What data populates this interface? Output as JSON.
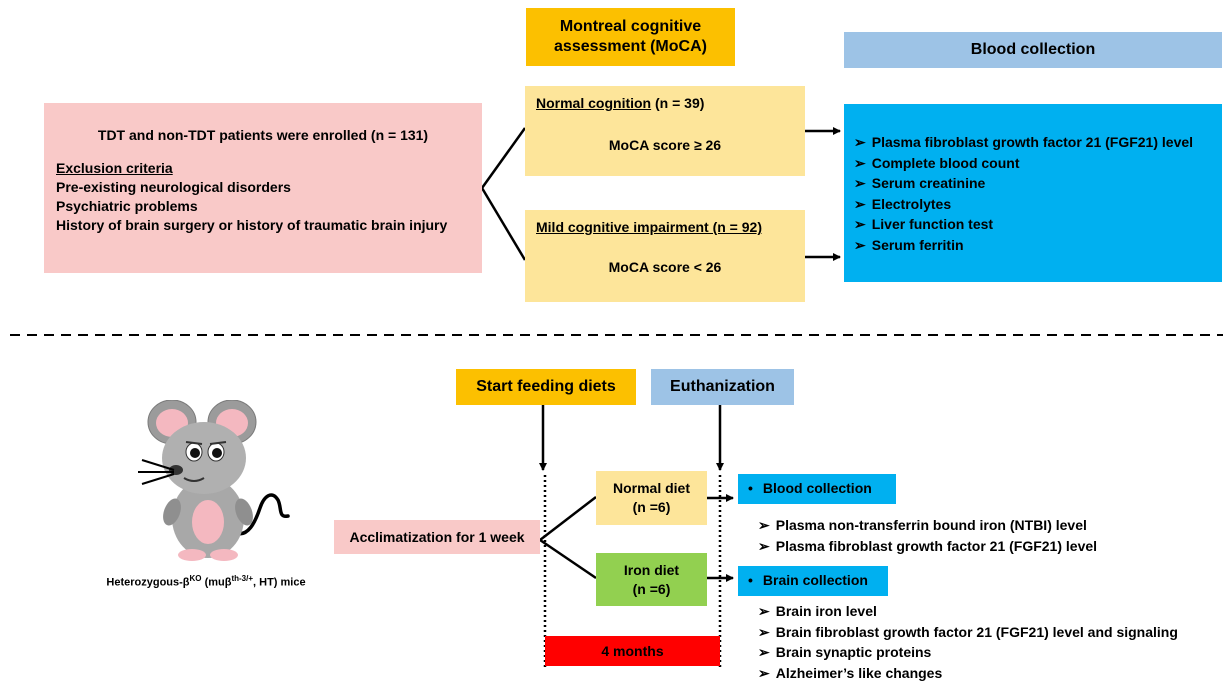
{
  "top": {
    "moca_header": "Montreal cognitive assessment (MoCA)",
    "blood_header": "Blood collection",
    "enroll_box": {
      "title": "TDT and non-TDT patients were enrolled (n = 131)",
      "exclusion_heading": "Exclusion criteria",
      "exclusion_items": [
        "Pre-existing neurological disorders",
        "Psychiatric problems",
        "History of brain surgery or history of traumatic brain injury"
      ]
    },
    "normal_box": {
      "heading": "Normal cognition",
      "count": " (n = 39)",
      "score": "MoCA score ≥ 26"
    },
    "mci_box": {
      "heading": "Mild cognitive impairment (n = 92)",
      "score": "MoCA score < 26"
    },
    "blood_items": [
      "Plasma fibroblast growth factor 21 (FGF21) level",
      "Complete blood count",
      "Serum creatinine",
      "Electrolytes",
      "Liver function test",
      "Serum ferritin"
    ]
  },
  "bottom": {
    "start_label": "Start feeding diets",
    "euth_label": "Euthanization",
    "mouse_caption_prefix": "Heterozygous-β",
    "mouse_caption_ko": "KO",
    "mouse_caption_mid": " (muβ",
    "mouse_caption_th": "th-3/+",
    "mouse_caption_suffix": ", HT) mice",
    "acclim_label": "Acclimatization for 1 week",
    "normal_diet": {
      "label": "Normal diet",
      "count": "(n =6)"
    },
    "iron_diet": {
      "label": "Iron diet",
      "count": "(n =6)"
    },
    "duration_label": "4 months",
    "blood_tag": "Blood collection",
    "blood_items": [
      "Plasma non-transferrin bound iron (NTBI) level",
      "Plasma fibroblast growth factor 21 (FGF21) level"
    ],
    "brain_tag": "Brain collection",
    "brain_items": [
      "Brain iron level",
      "Brain fibroblast growth factor 21 (FGF21) level and signaling",
      "Brain synaptic proteins",
      "Alzheimer’s like changes"
    ]
  },
  "colors": {
    "pink": "#f9c9c8",
    "gold": "#fcc000",
    "light_blue": "#9dc3e6",
    "sand": "#fde59a",
    "cyan": "#00b0f0",
    "green": "#92d050",
    "red": "#ff0000"
  }
}
